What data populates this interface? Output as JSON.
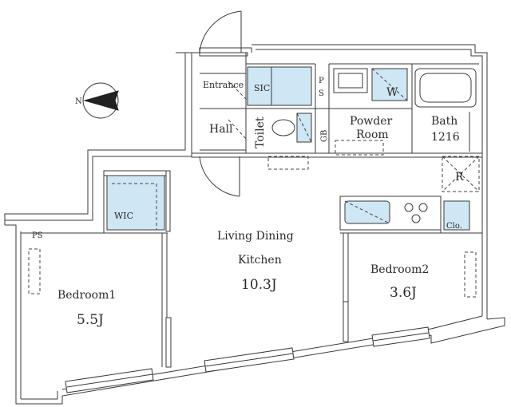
{
  "rooms": {
    "entrance": "Entrance",
    "sic": "SIC",
    "ps_top": "P\nS",
    "hall": "Hall",
    "toilet": "Toilet",
    "gb": "GB",
    "powder_room_line1": "Powder",
    "powder_room_line2": "Room",
    "washer": "W",
    "bath": "Bath",
    "bath_size": "1216",
    "refrigerator": "R",
    "closet": "Clo.",
    "wic": "WIC",
    "ps_left": "PS",
    "living_line1": "Living Dining",
    "living_line2": "Kitchen",
    "living_area": "10.3J",
    "bedroom1": "Bedroom1",
    "bedroom1_area": "5.5J",
    "bedroom2": "Bedroom2",
    "bedroom2_area": "3.6J"
  },
  "compass": {
    "north_label": "N"
  },
  "colors": {
    "fixture_blue": "#cfe6f5",
    "wall_line": "#3a3a3a"
  }
}
